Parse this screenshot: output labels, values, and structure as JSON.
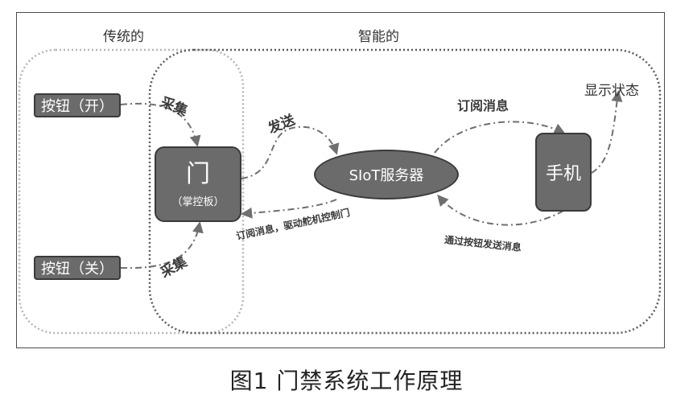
{
  "regions": {
    "traditional": "传统的",
    "smart": "智能的"
  },
  "nodes": {
    "button_open": "按钮（开）",
    "button_close": "按钮（关）",
    "door_main": "门",
    "door_sub": "（掌控板）",
    "server": "SIoT服务器",
    "phone": "手机",
    "display_status": "显示状态"
  },
  "arrows": {
    "collect_top": "采集",
    "collect_bottom": "采集",
    "send": "发送",
    "subscribe_server_to_door": "订阅消息，驱动舵机控制门",
    "subscribe_server_to_phone": "订阅消息",
    "phone_to_server": "通过按钮发送消息"
  },
  "caption": "图1 门禁系统工作原理",
  "colors": {
    "node_fill": "#6b6b6b",
    "node_border": "#3a3a3a",
    "traditional_region_border": "#b5b5b5",
    "smart_region_border": "#5a5a5a",
    "arrow": "#6f6f6f"
  }
}
